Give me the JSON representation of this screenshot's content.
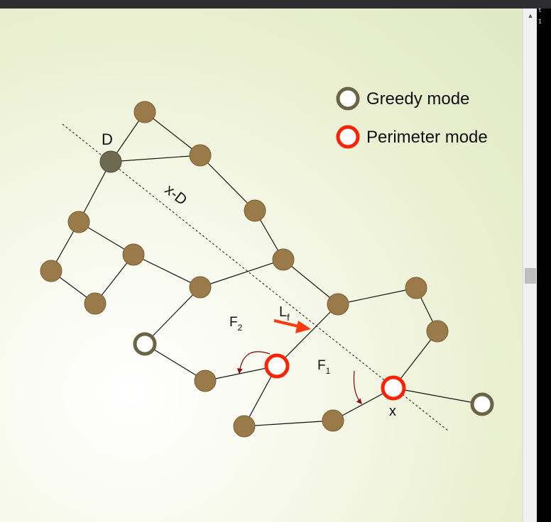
{
  "legend": {
    "greedy_label": "Greedy mode",
    "perimeter_label": "Perimeter mode"
  },
  "labels": {
    "destination": "D",
    "line_label": "x-D",
    "lf_main": "L",
    "lf_sub": "f",
    "f2_main": "F",
    "f2_sub": "2",
    "f1_main": "F",
    "f1_sub": "1",
    "x_node": "x"
  },
  "colors": {
    "regular_node_fill": "#9b7a4a",
    "destination_node_fill": "#6e6a52",
    "greedy_ring": "#6b6345",
    "perimeter_ring": "#ff2200",
    "face_arrow": "#8b1010",
    "lf_arrow": "#ff3a10"
  },
  "scrollbar": {
    "up_icon": "▲"
  },
  "right_strip": {
    "chars": [
      "t",
      "1"
    ]
  }
}
